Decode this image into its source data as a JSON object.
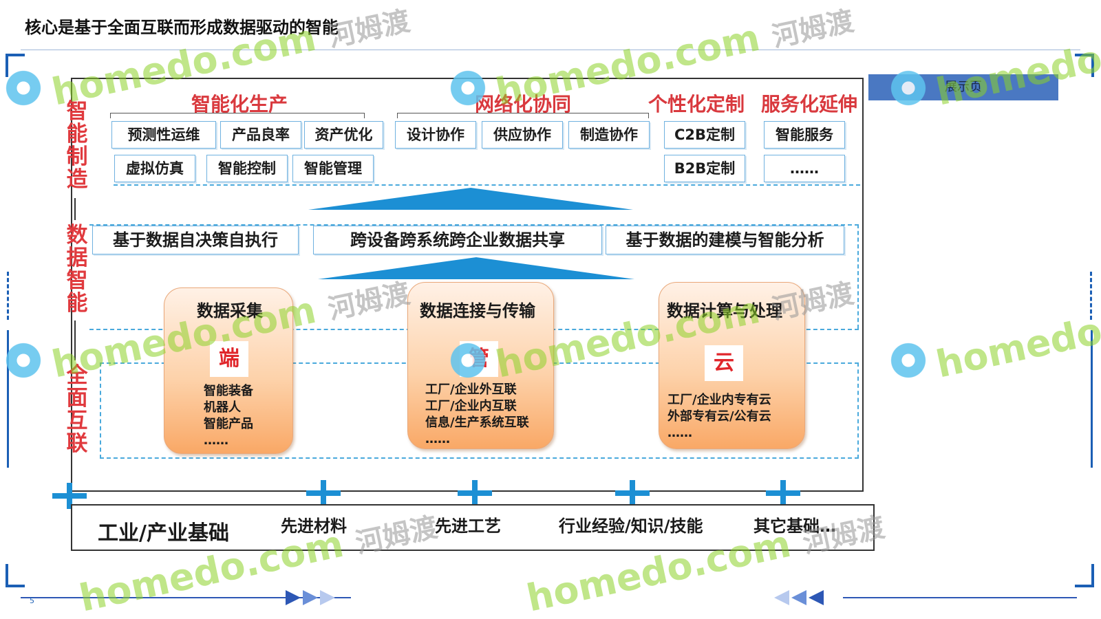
{
  "title": "核心是基于全面互联而形成数据驱动的智能",
  "demo_tag": "展示页",
  "page_number": "5",
  "side_labels": {
    "manufacturing": [
      "智",
      "能",
      "制",
      "造"
    ],
    "data": [
      "数",
      "据",
      "智",
      "能"
    ],
    "interconnect": [
      "全",
      "面",
      "互",
      "联"
    ]
  },
  "groups": {
    "production": {
      "title": "智能化生产",
      "row1": [
        "预测性运维",
        "产品良率",
        "资产优化"
      ],
      "row2": [
        "虚拟仿真",
        "智能控制",
        "智能管理"
      ]
    },
    "network": {
      "title": "网络化协同",
      "row1": [
        "设计协作",
        "供应协作",
        "制造协作"
      ]
    },
    "custom": {
      "title": "个性化定制",
      "row1": [
        "C2B定制"
      ],
      "row2": [
        "B2B定制"
      ]
    },
    "service": {
      "title": "服务化延伸",
      "row1": [
        "智能服务"
      ],
      "row2": [
        "……"
      ]
    }
  },
  "middle": [
    "基于数据自决策自执行",
    "跨设备跨系统跨企业数据共享",
    "基于数据的建模与智能分析"
  ],
  "pills": [
    {
      "title": "数据采集",
      "badge": "端",
      "lines": [
        "智能装备",
        "机器人",
        "智能产品",
        "……"
      ]
    },
    {
      "title": "数据连接与传输",
      "badge": "管",
      "lines": [
        "工厂/企业外互联",
        "工厂/企业内互联",
        "信息/生产系统互联",
        "……"
      ]
    },
    {
      "title": "数据计算与处理",
      "badge": "云",
      "lines": [
        "工厂/企业内专有云",
        "外部专有云/公有云",
        "……"
      ]
    }
  ],
  "base": [
    "工业/产业基础",
    "先进材料",
    "先进工艺",
    "行业经验/知识/技能",
    "其它基础…"
  ],
  "watermark": {
    "brand": "homedo.com",
    "cn": "河姆渡"
  },
  "colors": {
    "accent_red": "#e03a3e",
    "accent_blue": "#1c8fd4",
    "box_border": "#6fb1e0",
    "frame_blue": "#1b5fb5"
  }
}
